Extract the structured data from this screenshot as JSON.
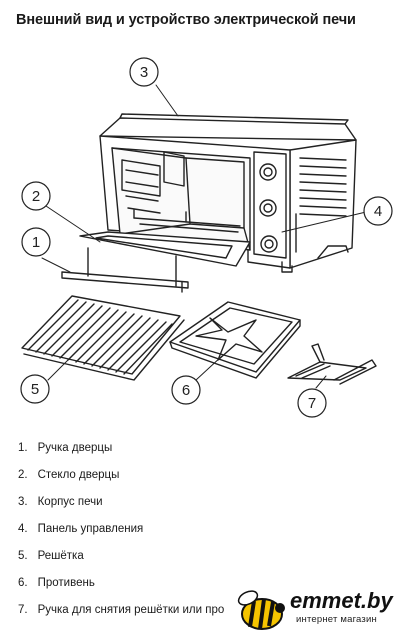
{
  "title": "Внешний вид и устройство электрической печи",
  "callouts": [
    "1",
    "2",
    "3",
    "4",
    "5",
    "6",
    "7"
  ],
  "legend": [
    {
      "num": "1.",
      "label": "Ручка дверцы"
    },
    {
      "num": "2.",
      "label": "Стекло дверцы"
    },
    {
      "num": "3.",
      "label": "Корпус печи"
    },
    {
      "num": "4.",
      "label": "Панель управления"
    },
    {
      "num": "5.",
      "label": "Решётка"
    },
    {
      "num": "6.",
      "label": "Противень"
    },
    {
      "num": "7.",
      "label": "Ручка для снятия решётки или про"
    }
  ],
  "brand": {
    "name": "emmet.by",
    "tagline": "интернет магазин",
    "logo_color": "#f5c400"
  }
}
